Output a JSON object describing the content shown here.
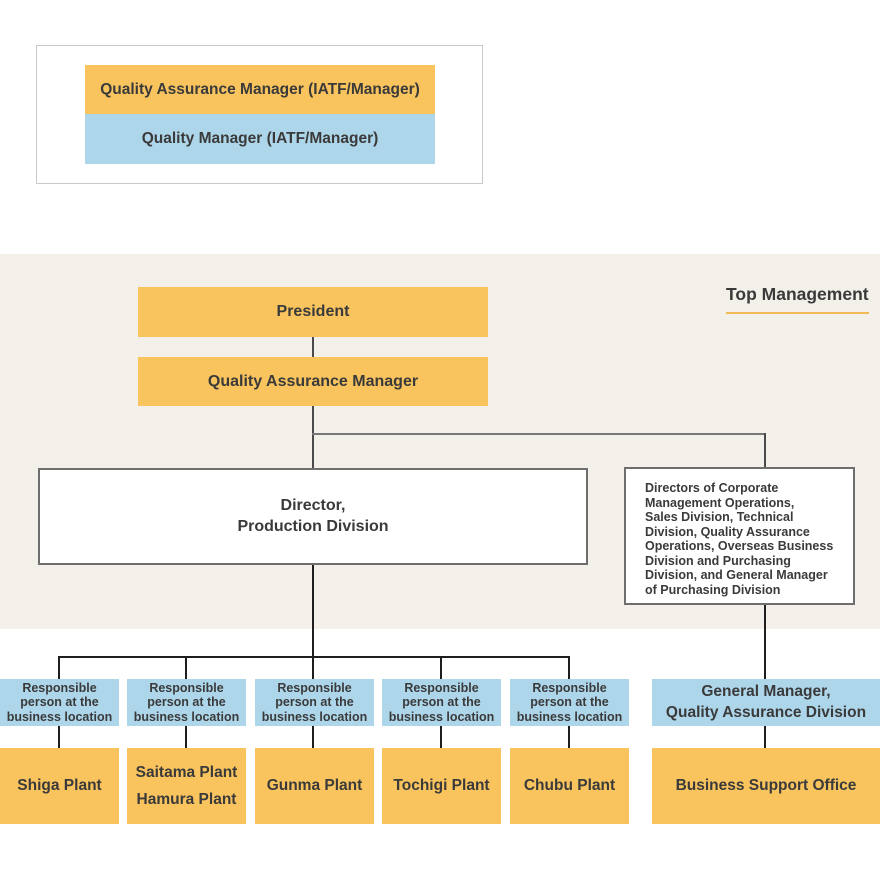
{
  "legend": {
    "orange_label": "Quality Assurance Manager (IATF/Manager)",
    "blue_label": "Quality Manager (IATF/Manager)"
  },
  "header": {
    "top_management": "Top Management"
  },
  "nodes": {
    "president": "President",
    "qa_manager": "Quality Assurance Manager",
    "director_production": "Director,\nProduction Division",
    "directors_group": "Directors of Corporate\nManagement Operations,\nSales Division, Technical\nDivision, Quality Assurance\nOperations, Overseas Business\nDivision and Purchasing\nDivision, and General Manager\nof Purchasing Division",
    "responsible_person": "Responsible\nperson at the\nbusiness location",
    "general_manager_qa": "General Manager,\nQuality Assurance Division",
    "plants": [
      "Shiga Plant",
      "Saitama Plant\nHamura Plant",
      "Gunma Plant",
      "Tochigi Plant",
      "Chubu Plant"
    ],
    "business_support_office": "Business Support Office"
  },
  "colors": {
    "orange_box": "#F9C45E",
    "blue_box": "#AED6EB",
    "background_band": "#F3F0E9",
    "top_management_underline": "#F2BA55",
    "connector_dark": "#1e1e1e",
    "connector_gray": "#777777",
    "white_box_border": "#6e6e6e",
    "text": "#3a3a3a"
  }
}
